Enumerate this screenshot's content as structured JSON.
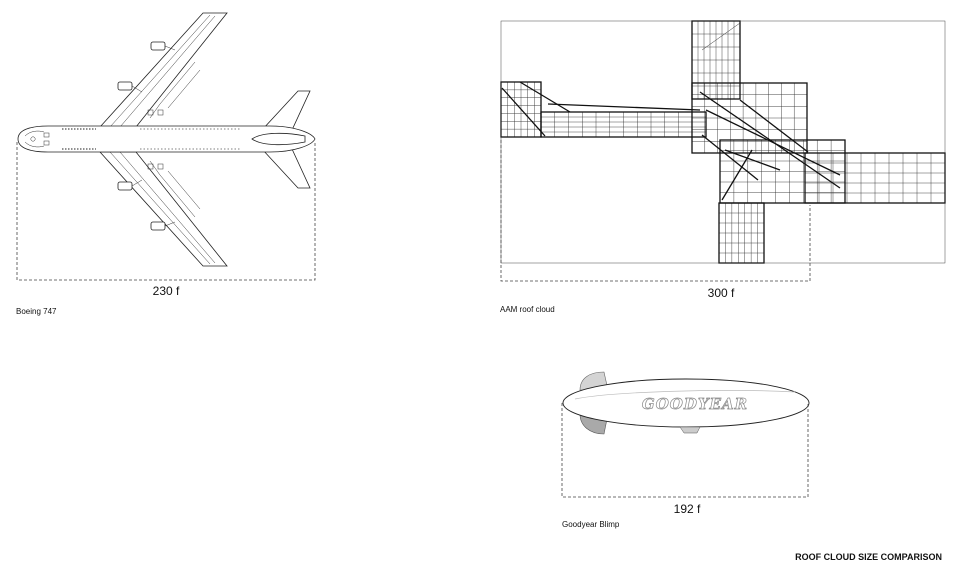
{
  "labels": {
    "boeing_dimension": "230 f",
    "boeing_name": "Boeing 747",
    "roof_dimension": "300 f",
    "roof_name": "AAM roof cloud",
    "blimp_dimension": "192 f",
    "blimp_name": "Goodyear Blimp",
    "blimp_logo": "GOODYEAR",
    "title": "ROOF CLOUD SIZE COMPARISON"
  },
  "icons": [
    "boeing-747-drawing",
    "roof-cloud-drawing",
    "goodyear-blimp-drawing"
  ]
}
